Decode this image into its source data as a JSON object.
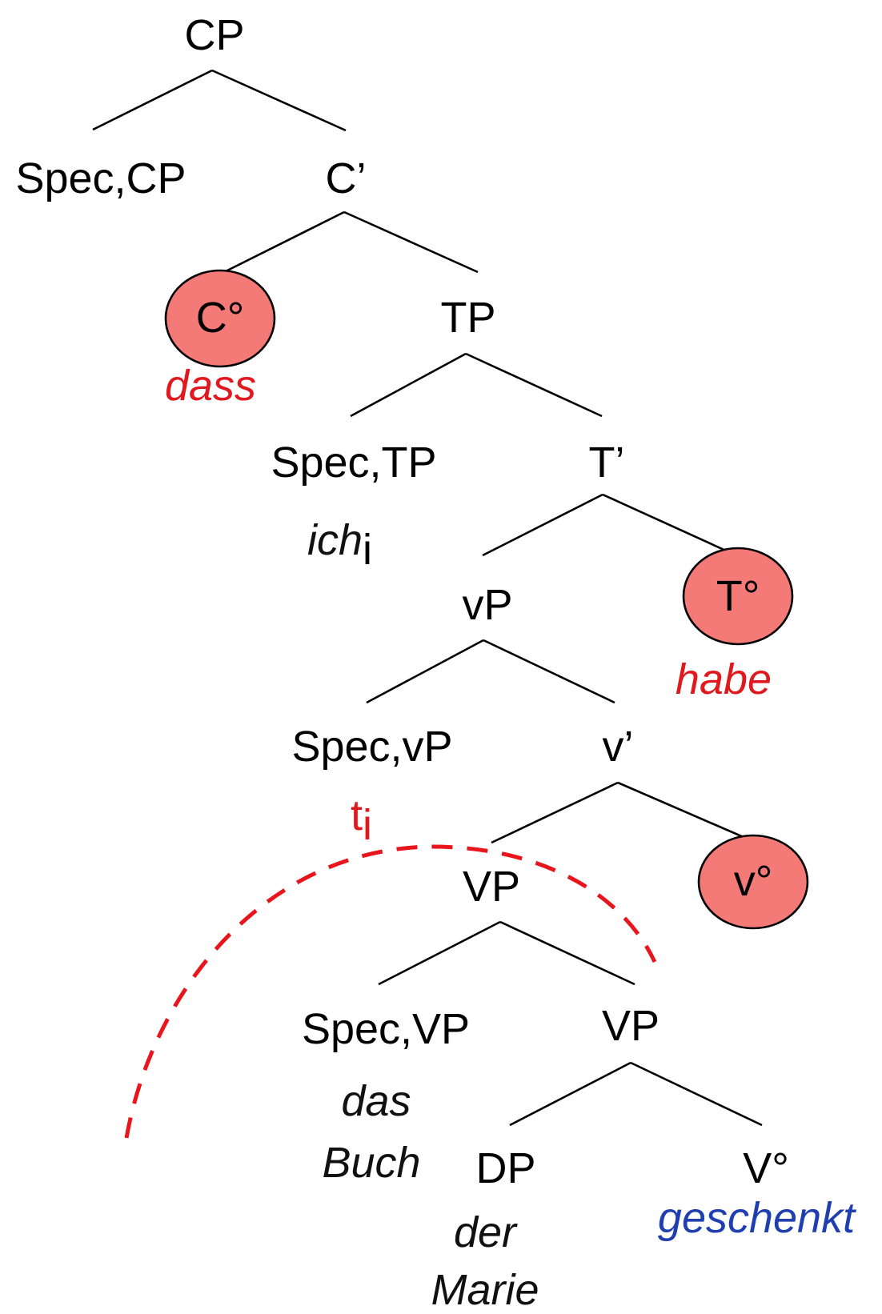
{
  "nodes": {
    "cp": "CP",
    "spec_cp": "Spec,CP",
    "c_bar": "C’",
    "c_head": "C°",
    "tp": "TP",
    "spec_tp": "Spec,TP",
    "t_bar": "T’",
    "vp_small": "vP",
    "t_head": "T°",
    "spec_vp_small": "Spec,vP",
    "v_bar": "v’",
    "vp_upper": "VP",
    "v_small_head": "v°",
    "spec_vp_big": "Spec,VP",
    "vp_lower": "VP",
    "dp": "DP",
    "v_head": "V°"
  },
  "words": {
    "dass": "dass",
    "ich": "ich",
    "ich_index": "i",
    "habe": "habe",
    "trace": "t",
    "trace_index": "i",
    "das": "das",
    "buch": "Buch",
    "der": "der",
    "marie": "Marie",
    "geschenkt": "geschenkt"
  },
  "colors": {
    "head_fill": "#f47a78",
    "moved_word": "#e0191f",
    "verb_word": "#1f3fb0",
    "movement_arc": "#e8151c"
  }
}
